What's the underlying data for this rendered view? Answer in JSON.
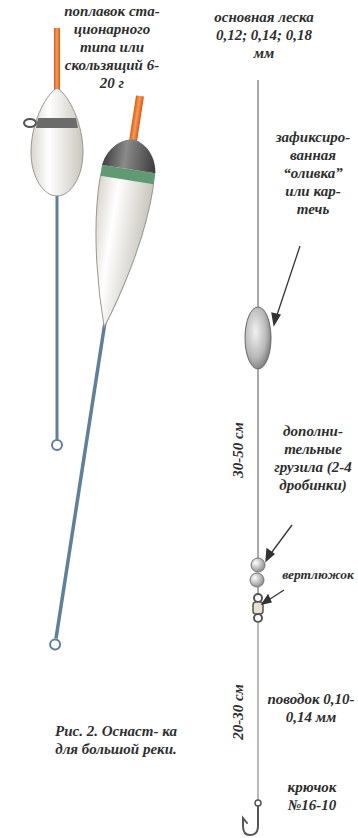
{
  "diagram": {
    "caption": "Рис. 2. Оснаст- ка для большой реки.",
    "labels": [
      "поплавок ста- ционарного типа или скользящий 6-20 г",
      "основная леска 0,12; 0,14; 0,18 мм",
      "зафиксиро- ванная “оливка” или кар- течь",
      "30-50 см",
      "дополни- тельные грузила (2-4 дробинки)",
      "вертлюжок",
      "20-30 см",
      "поводок 0,10-0,14 мм",
      "крючок №16-10"
    ]
  }
}
